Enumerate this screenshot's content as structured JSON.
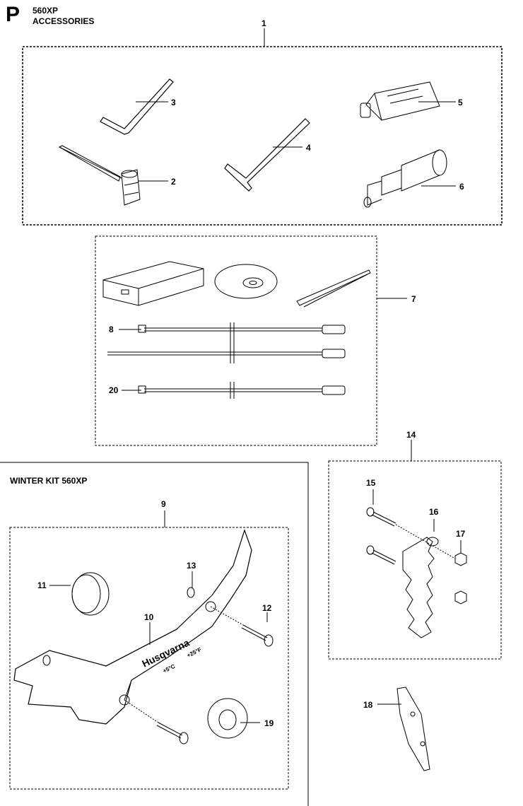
{
  "header": {
    "section_letter": "P",
    "model": "560XP",
    "title": "ACCESSORIES"
  },
  "winter_kit": {
    "title": "WINTER KIT 560XP"
  },
  "callouts": {
    "c1": "1",
    "c2": "2",
    "c3": "3",
    "c4": "4",
    "c5": "5",
    "c6": "6",
    "c7": "7",
    "c8": "8",
    "c9": "9",
    "c10": "10",
    "c11": "11",
    "c12": "12",
    "c13": "13",
    "c14": "14",
    "c15": "15",
    "c16": "16",
    "c17": "17",
    "c18": "18",
    "c19": "19",
    "c20": "20"
  },
  "brand_text": "Husqvarna",
  "cover_labels": {
    "temp_left": "+5°C",
    "temp_right": "+25°F"
  }
}
